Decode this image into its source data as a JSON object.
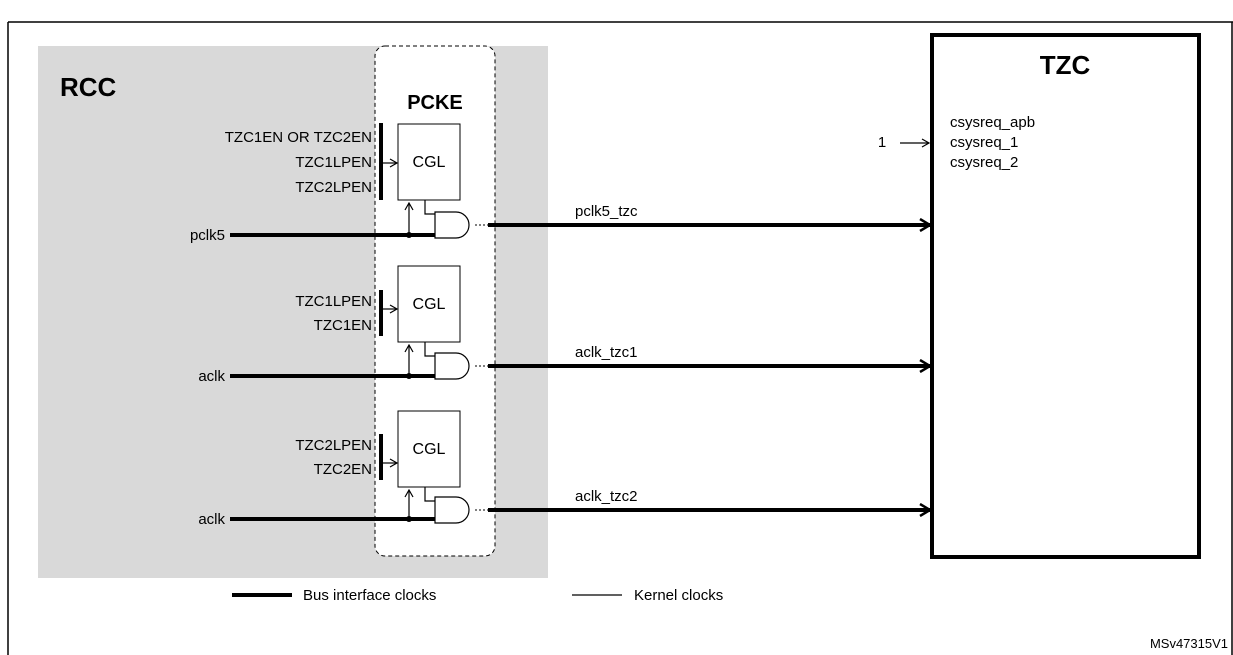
{
  "blocks": {
    "rcc_title": "RCC",
    "pcke_title": "PCKE",
    "tzc_title": "TZC"
  },
  "tzc_inputs": [
    "csysreq_apb",
    "csysreq_1",
    "csysreq_2"
  ],
  "tzc_tie_value": "1",
  "gates": [
    {
      "cgl_label": "CGL",
      "enables": [
        "TZC1EN OR TZC2EN",
        "TZC1LPEN",
        "TZC2LPEN"
      ],
      "input_clock": "pclk5",
      "output_clock": "pclk5_tzc"
    },
    {
      "cgl_label": "CGL",
      "enables": [
        "TZC1LPEN",
        "TZC1EN"
      ],
      "input_clock": "aclk",
      "output_clock": "aclk_tzc1"
    },
    {
      "cgl_label": "CGL",
      "enables": [
        "TZC2LPEN",
        "TZC2EN"
      ],
      "input_clock": "aclk",
      "output_clock": "aclk_tzc2"
    }
  ],
  "legend": {
    "bus_label": "Bus interface clocks",
    "kernel_label": "Kernel clocks"
  },
  "reference": "MSv47315V1",
  "colors": {
    "rcc_fill": "#d9d9d9",
    "line": "#000000"
  }
}
